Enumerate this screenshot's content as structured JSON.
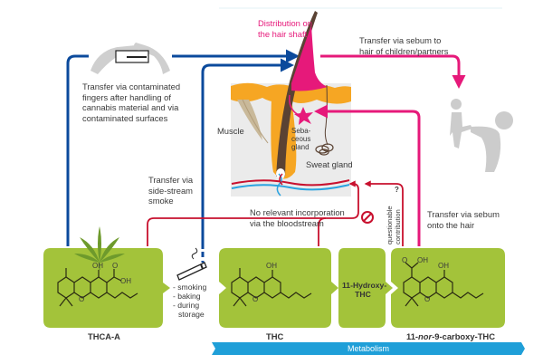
{
  "labels": {
    "distribution": [
      "Distribution on",
      "the hair shaft"
    ],
    "contaminated_fingers": [
      "Transfer via contaminated",
      "fingers after handling of",
      "cannabis material and via",
      "contaminated surfaces"
    ],
    "sebum_children": [
      "Transfer via sebum to",
      "hair of children/partners"
    ],
    "muscle": "Muscle",
    "sebaceous_gland": [
      "Seba-",
      "ceous",
      "gland"
    ],
    "sweat_gland": "Sweat gland",
    "side_stream": [
      "Transfer via",
      "side-stream",
      "smoke"
    ],
    "bloodstream": [
      "No relevant incorporation",
      "via the bloodstream"
    ],
    "sebum_hair": [
      "Transfer via sebum",
      "onto the hair"
    ],
    "questionable": [
      "questionable",
      "contribution"
    ],
    "question_mark": "?",
    "decarboxylation": [
      "- smoking",
      "- baking",
      "- during",
      "  storage"
    ]
  },
  "compounds": [
    {
      "id": "thca-a",
      "name": "THCA-A"
    },
    {
      "id": "thc",
      "name": "THC"
    },
    {
      "id": "hydroxy-thc",
      "name": [
        "11-Hydroxy-",
        "THC"
      ]
    },
    {
      "id": "carboxy-thc",
      "name_parts": [
        "11-",
        "nor",
        "-9-carboxy-THC"
      ]
    }
  ],
  "atoms": {
    "oh": "OH",
    "o": "O",
    "h": "H"
  },
  "metabolism_label": "Metabolism",
  "colors": {
    "blue_arrow": "#0b4a9c",
    "pink_arrow": "#e6197a",
    "red_line": "#c8102e",
    "green_box": "#a3c33a",
    "skin_orange": "#f6a623",
    "hair_brown": "#5a4233",
    "gray_icon": "#c8c8c8",
    "metabolism_bar": "#1f9fd8"
  }
}
